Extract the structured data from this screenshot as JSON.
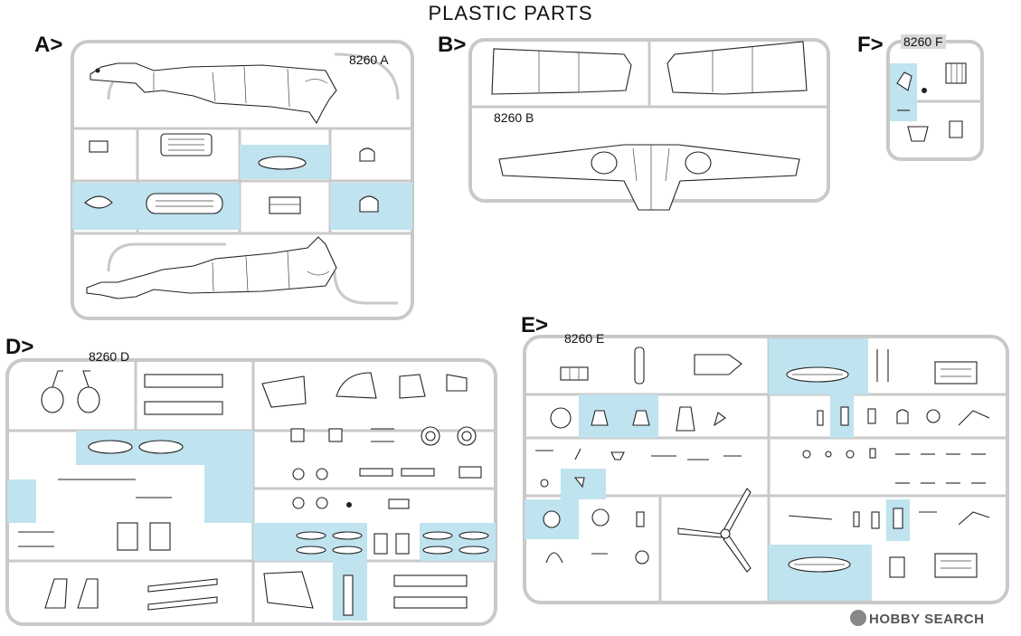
{
  "page_title": "PLASTIC PARTS",
  "sprues": [
    {
      "letter": "A>",
      "code": "8260 A"
    },
    {
      "letter": "B>",
      "code": "8260 B"
    },
    {
      "letter": "F>",
      "code": "8260 F"
    },
    {
      "letter": "D>",
      "code": "8260 D"
    },
    {
      "letter": "E>",
      "code": "8260 E"
    }
  ],
  "colors": {
    "runner": "#c7c7c7",
    "highlight": "#bfe3ef",
    "ink": "#222222"
  },
  "watermark": {
    "text": "HOBBY SEARCH",
    "logo_icon": "hobbysearch-logo-icon"
  }
}
